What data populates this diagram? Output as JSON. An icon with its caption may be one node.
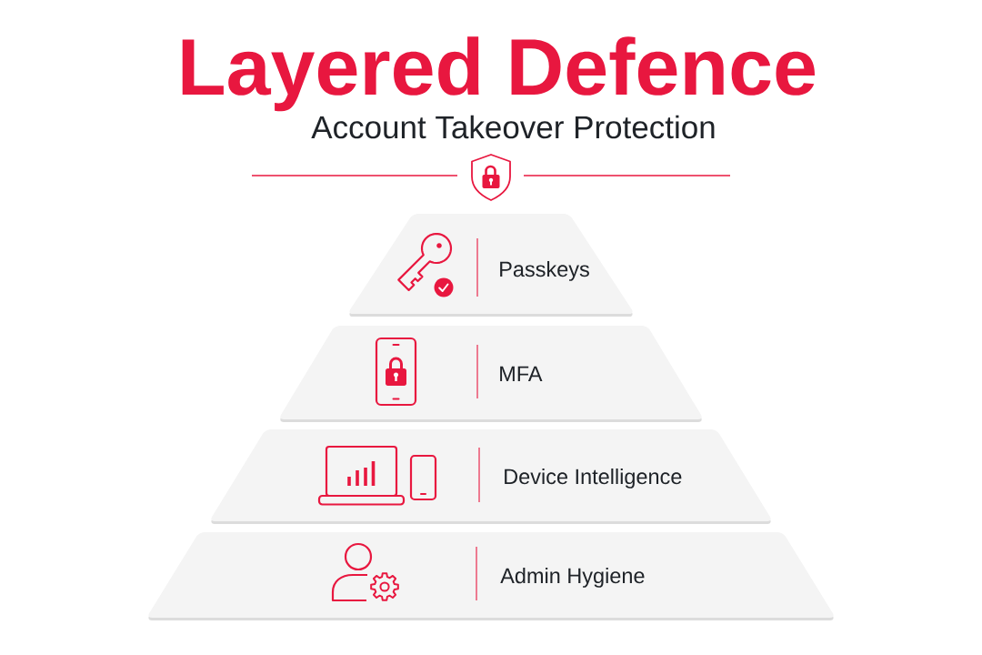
{
  "diagram": {
    "title": "Layered Defence",
    "nodes": [
      {
        "text": [
          "Passkeys"
        ]
      },
      {
        "text": [
          "MFA"
        ]
      },
      {
        "text": [
          "Device Intelligence"
        ]
      },
      {
        "text": [
          "Admin Hygiene"
        ]
      }
    ],
    "labels": [
      "Account Takeover Protection"
    ]
  }
}
